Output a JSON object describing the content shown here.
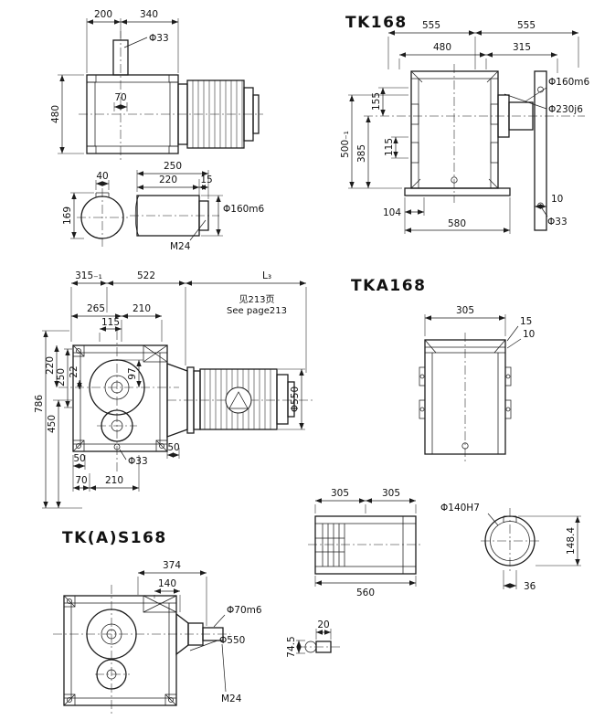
{
  "colors": {
    "ink": "#1c1c1c",
    "background": "#ffffff"
  },
  "titles": {
    "tk168": "TK168",
    "tka168": "TKA168",
    "tkas168": "TK(A)S168"
  },
  "note": {
    "cn": "见213页",
    "en": "See page213"
  },
  "v1": {
    "d200": "200",
    "d340": "340",
    "phi33": "Φ33",
    "d480": "480",
    "d70": "70"
  },
  "v2": {
    "d555a": "555",
    "d555b": "555",
    "d480": "480",
    "d315": "315",
    "phi160m6": "Φ160m6",
    "phi230j6": "Φ230j6",
    "d155": "155",
    "d385": "385",
    "d115": "115",
    "d500": "500₋₁",
    "d104": "104",
    "d580": "580",
    "d10": "10",
    "phi33": "Φ33"
  },
  "v3": {
    "d40": "40",
    "d250": "250",
    "d220": "220",
    "d15": "15",
    "phi160m6": "Φ160m6",
    "d169": "169",
    "m24": "M24"
  },
  "v4": {
    "d315t": "315₋₁",
    "d522": "522",
    "l3": "L₃",
    "d265": "265",
    "d210a": "210",
    "d115": "115",
    "d220": "220",
    "d250": "250",
    "d22": "22",
    "d97": "97",
    "d786": "786",
    "d450": "450",
    "phi550": "Φ550",
    "d50a": "50",
    "phi33": "Φ33",
    "d50b": "50",
    "d70": "70",
    "d210b": "210"
  },
  "v5": {
    "d305": "305",
    "d15": "15",
    "d10": "10"
  },
  "v6": {
    "d305a": "305",
    "d305b": "305",
    "d560": "560",
    "phi140h7": "Φ140H7",
    "d148": "148.4",
    "d36": "36"
  },
  "v7": {
    "d374": "374",
    "d140": "140",
    "phi70m6": "Φ70m6",
    "phi550": "Φ550",
    "m24": "M24",
    "d745": "74.5",
    "d20": "20"
  }
}
